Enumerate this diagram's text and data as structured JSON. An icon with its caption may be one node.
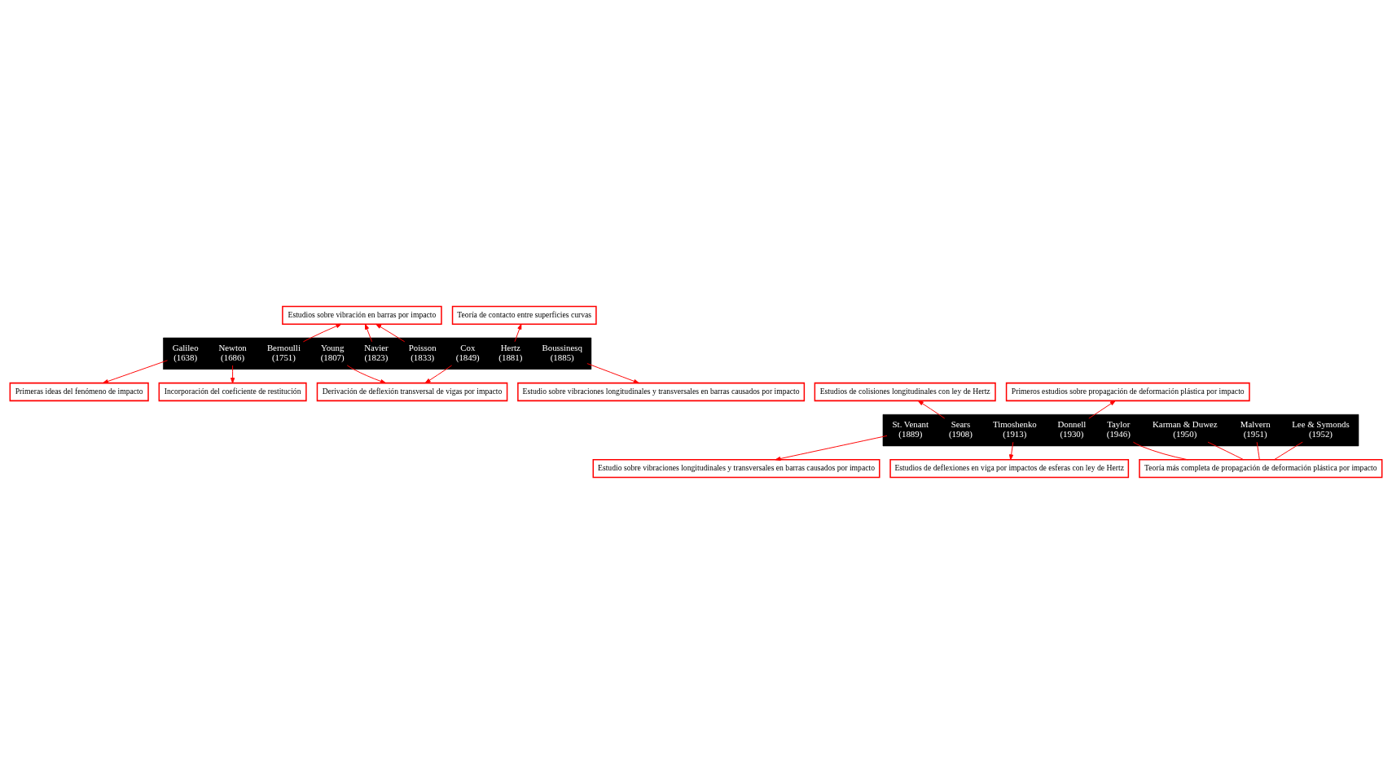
{
  "diagram": {
    "nodes": [
      {
        "text": [],
        "shape": "arrow"
      },
      {
        "text": [
          "Galileo",
          "(1638)"
        ],
        "in": 0
      },
      {
        "text": [
          "Newton",
          "(1686)"
        ],
        "in": 0
      },
      {
        "text": [
          "Bernoulli",
          "(1751)"
        ],
        "in": 0
      },
      {
        "text": [
          "Young",
          "(1807)"
        ],
        "in": 0
      },
      {
        "text": [
          "Navier",
          "(1823)"
        ],
        "in": 0
      },
      {
        "text": [
          "Poisson",
          "(1833)"
        ],
        "in": 0
      },
      {
        "text": [
          "Cox",
          "(1849)"
        ],
        "in": 0
      },
      {
        "text": [
          "Hertz",
          "(1881)"
        ],
        "in": 0
      },
      {
        "text": [
          "Boussinesq",
          "(1885)"
        ],
        "in": 0
      },
      {
        "text": [],
        "shape": "arrow"
      },
      {
        "text": [
          "St. Venant",
          "(1889)"
        ],
        "in": 10
      },
      {
        "text": [
          "Sears",
          "(1908)"
        ],
        "in": 10
      },
      {
        "text": [
          "Timoshenko",
          "(1913)"
        ],
        "in": 10
      },
      {
        "text": [
          "Donnell",
          "(1930)"
        ],
        "in": 10
      },
      {
        "text": [
          "Taylor",
          "(1946)"
        ],
        "in": 10
      },
      {
        "text": [
          "Karman & Duwez",
          "(1950)"
        ],
        "in": 10
      },
      {
        "text": [
          "Malvern",
          "(1951)"
        ],
        "in": 10
      },
      {
        "text": [
          "Lee & Symonds",
          "(1952)"
        ],
        "in": 10
      },
      {
        "text": [
          "Estudios sobre vibración en barras por impacto"
        ]
      },
      {
        "text": [
          "Teoría de contacto entre superficies curvas"
        ]
      },
      {
        "text": [
          "Primeras ideas del fenómeno de impacto"
        ]
      },
      {
        "text": [
          "Incorporación del coeficiente de restitución"
        ]
      },
      {
        "text": [
          "Derivación de deflexión transversal de vigas por impacto"
        ]
      },
      {
        "text": [
          "Estudio sobre vibraciones longitudinales y transversales en barras causados por impacto"
        ]
      },
      {
        "text": [
          "Estudios de colisiones longitudinales con ley de Hertz"
        ]
      },
      {
        "text": [
          "Primeros estudios sobre propagación de deformación plástica por impacto"
        ]
      },
      {
        "text": [
          "Estudio sobre vibraciones longitudinales y transversales en barras causados por impacto"
        ]
      },
      {
        "text": [
          "Estudios de deflexiones en viga por impactos de esferas con ley de Hertz"
        ]
      },
      {
        "text": [
          "Teoría más completa de propagación de deformación plástica por impacto"
        ]
      }
    ],
    "edges": [
      {
        "from": 3,
        "to": 19,
        "arrow": "to"
      },
      {
        "from": 5,
        "to": 19,
        "arrow": "to"
      },
      {
        "from": 6,
        "to": 19,
        "arrow": "to"
      },
      {
        "from": 8,
        "to": 20,
        "arrow": "to"
      },
      {
        "from": 1,
        "to": 21,
        "arrow": "to"
      },
      {
        "from": 2,
        "to": 22,
        "arrow": "to"
      },
      {
        "from": 4,
        "to": 23,
        "arrow": "to"
      },
      {
        "from": 7,
        "to": 23,
        "arrow": "to"
      },
      {
        "from": 9,
        "to": 24,
        "arrow": "to"
      },
      {
        "from": 12,
        "to": 25,
        "arrow": "to"
      },
      {
        "from": 14,
        "to": 26,
        "arrow": "to"
      },
      {
        "from": 11,
        "to": 27,
        "arrow": "to"
      },
      {
        "from": 13,
        "to": 28,
        "arrow": "to"
      },
      {
        "from": 15,
        "to": 29,
        "arrow": "none"
      },
      {
        "from": 16,
        "to": 29,
        "arrow": "none"
      },
      {
        "from": 17,
        "to": 29,
        "arrow": "none"
      },
      {
        "from": 18,
        "to": 29,
        "arrow": "none"
      }
    ]
  }
}
